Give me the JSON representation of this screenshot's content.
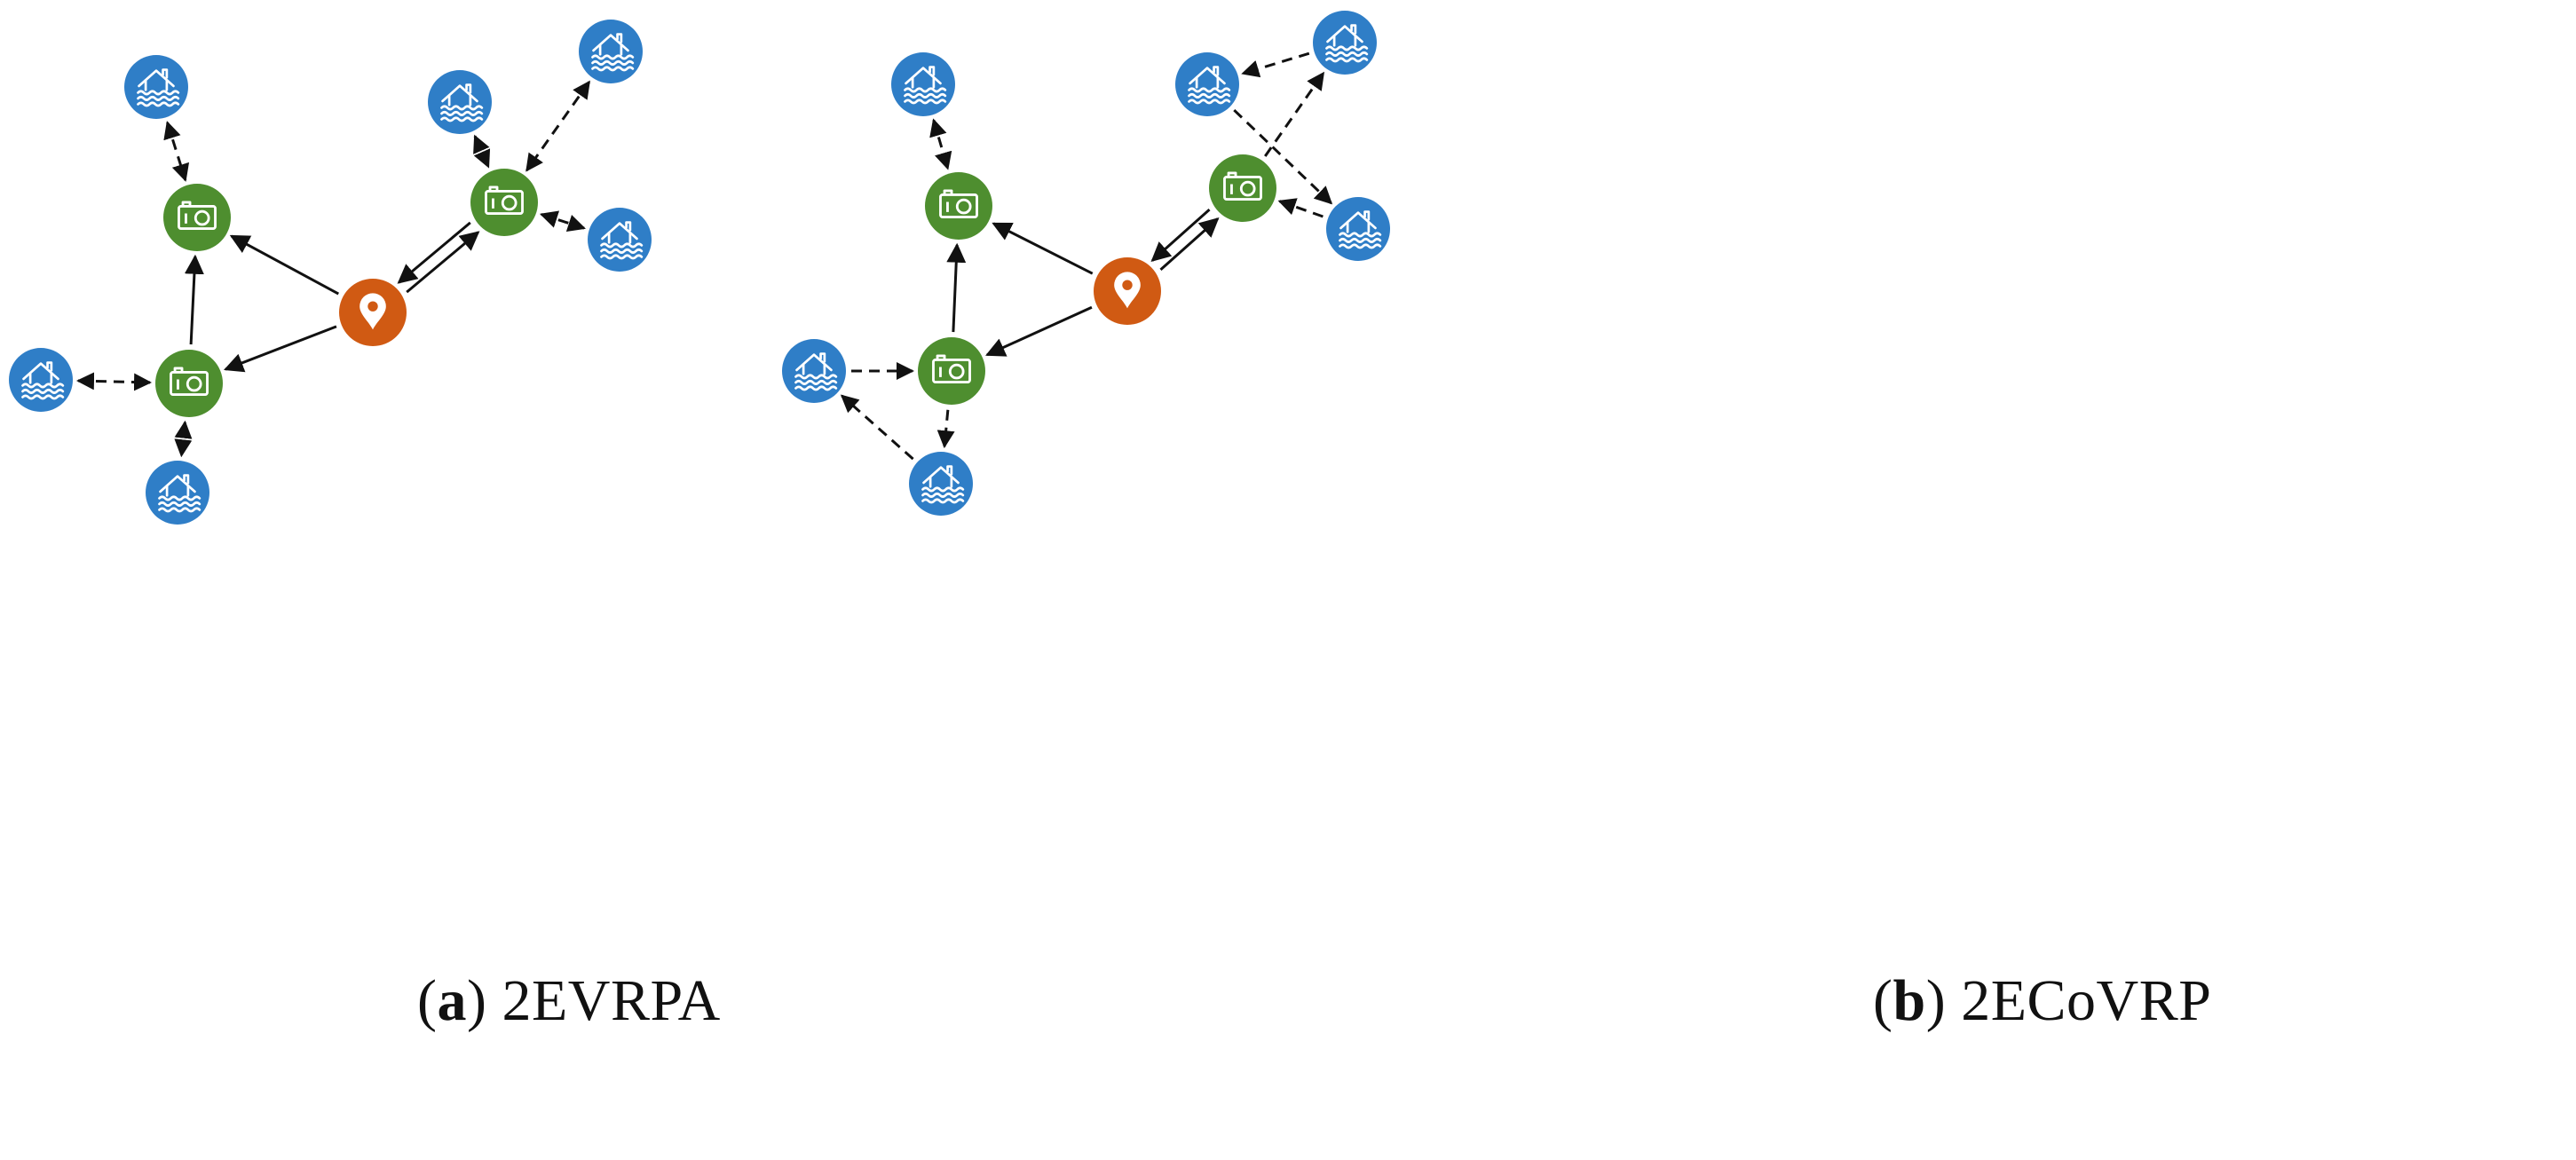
{
  "colors": {
    "flood": "#2f7ec7",
    "camera": "#4e8e2f",
    "depot": "#d05a13",
    "line": "#111111",
    "icon": "#ffffff"
  },
  "icons": {
    "flood": "flooded-house-icon",
    "camera": "camera-icon",
    "depot": "map-pin-icon"
  },
  "panels": [
    {
      "id": "a",
      "caption": {
        "open": "(",
        "letter": "a",
        "close": ")",
        "name": "2EVRPA"
      },
      "depot": "depot",
      "nodes": [
        {
          "id": "d",
          "type": "depot"
        },
        {
          "id": "s1",
          "type": "camera"
        },
        {
          "id": "s2",
          "type": "camera"
        },
        {
          "id": "s3",
          "type": "camera"
        },
        {
          "id": "c1",
          "type": "flood"
        },
        {
          "id": "c2",
          "type": "flood"
        },
        {
          "id": "c3",
          "type": "flood"
        },
        {
          "id": "c4",
          "type": "flood"
        },
        {
          "id": "c5",
          "type": "flood"
        },
        {
          "id": "c6",
          "type": "flood"
        }
      ],
      "edges": [
        {
          "from": "d",
          "to": "s1",
          "style": "solid",
          "dir": "forward"
        },
        {
          "from": "s1",
          "to": "s2",
          "style": "solid",
          "dir": "backward"
        },
        {
          "from": "s2",
          "to": "d",
          "style": "solid",
          "dir": "backward"
        },
        {
          "from": "d",
          "to": "s3",
          "style": "solid",
          "dir": "both-parallel"
        },
        {
          "from": "c1",
          "to": "s1",
          "style": "dashed",
          "dir": "both"
        },
        {
          "from": "c4",
          "to": "s2",
          "style": "dashed",
          "dir": "both"
        },
        {
          "from": "s2",
          "to": "c5",
          "style": "dashed",
          "dir": "both"
        },
        {
          "from": "c2",
          "to": "s3",
          "style": "dashed",
          "dir": "both"
        },
        {
          "from": "c3",
          "to": "s3",
          "style": "dashed",
          "dir": "both"
        },
        {
          "from": "s3",
          "to": "c6",
          "style": "dashed",
          "dir": "both"
        }
      ]
    },
    {
      "id": "b",
      "caption": {
        "open": "(",
        "letter": "b",
        "close": ")",
        "name": "2ECoVRP"
      },
      "depot": "depot",
      "nodes": [
        {
          "id": "d",
          "type": "depot"
        },
        {
          "id": "s1",
          "type": "camera"
        },
        {
          "id": "s2",
          "type": "camera"
        },
        {
          "id": "s3",
          "type": "camera"
        },
        {
          "id": "c1",
          "type": "flood"
        },
        {
          "id": "c2",
          "type": "flood"
        },
        {
          "id": "c3",
          "type": "flood"
        },
        {
          "id": "c4",
          "type": "flood"
        },
        {
          "id": "c5",
          "type": "flood"
        },
        {
          "id": "c6",
          "type": "flood"
        }
      ],
      "edges": [
        {
          "from": "d",
          "to": "s1",
          "style": "solid",
          "dir": "forward"
        },
        {
          "from": "s1",
          "to": "s2",
          "style": "solid",
          "dir": "backward"
        },
        {
          "from": "s2",
          "to": "d",
          "style": "solid",
          "dir": "backward"
        },
        {
          "from": "d",
          "to": "s3",
          "style": "solid",
          "dir": "both-parallel"
        },
        {
          "from": "c1",
          "to": "s1",
          "style": "dashed",
          "dir": "both"
        },
        {
          "from": "c4",
          "to": "s2",
          "style": "dashed",
          "dir": "forward"
        },
        {
          "from": "s2",
          "to": "c5",
          "style": "dashed",
          "dir": "forward"
        },
        {
          "from": "c5",
          "to": "c4",
          "style": "dashed",
          "dir": "forward"
        },
        {
          "from": "s3",
          "to": "c2",
          "style": "dashed",
          "dir": "forward"
        },
        {
          "from": "c2",
          "to": "c3",
          "style": "dashed",
          "dir": "forward"
        },
        {
          "from": "c3",
          "to": "c6",
          "style": "dashed",
          "dir": "forward"
        },
        {
          "from": "c6",
          "to": "s3",
          "style": "dashed",
          "dir": "forward"
        }
      ]
    }
  ]
}
